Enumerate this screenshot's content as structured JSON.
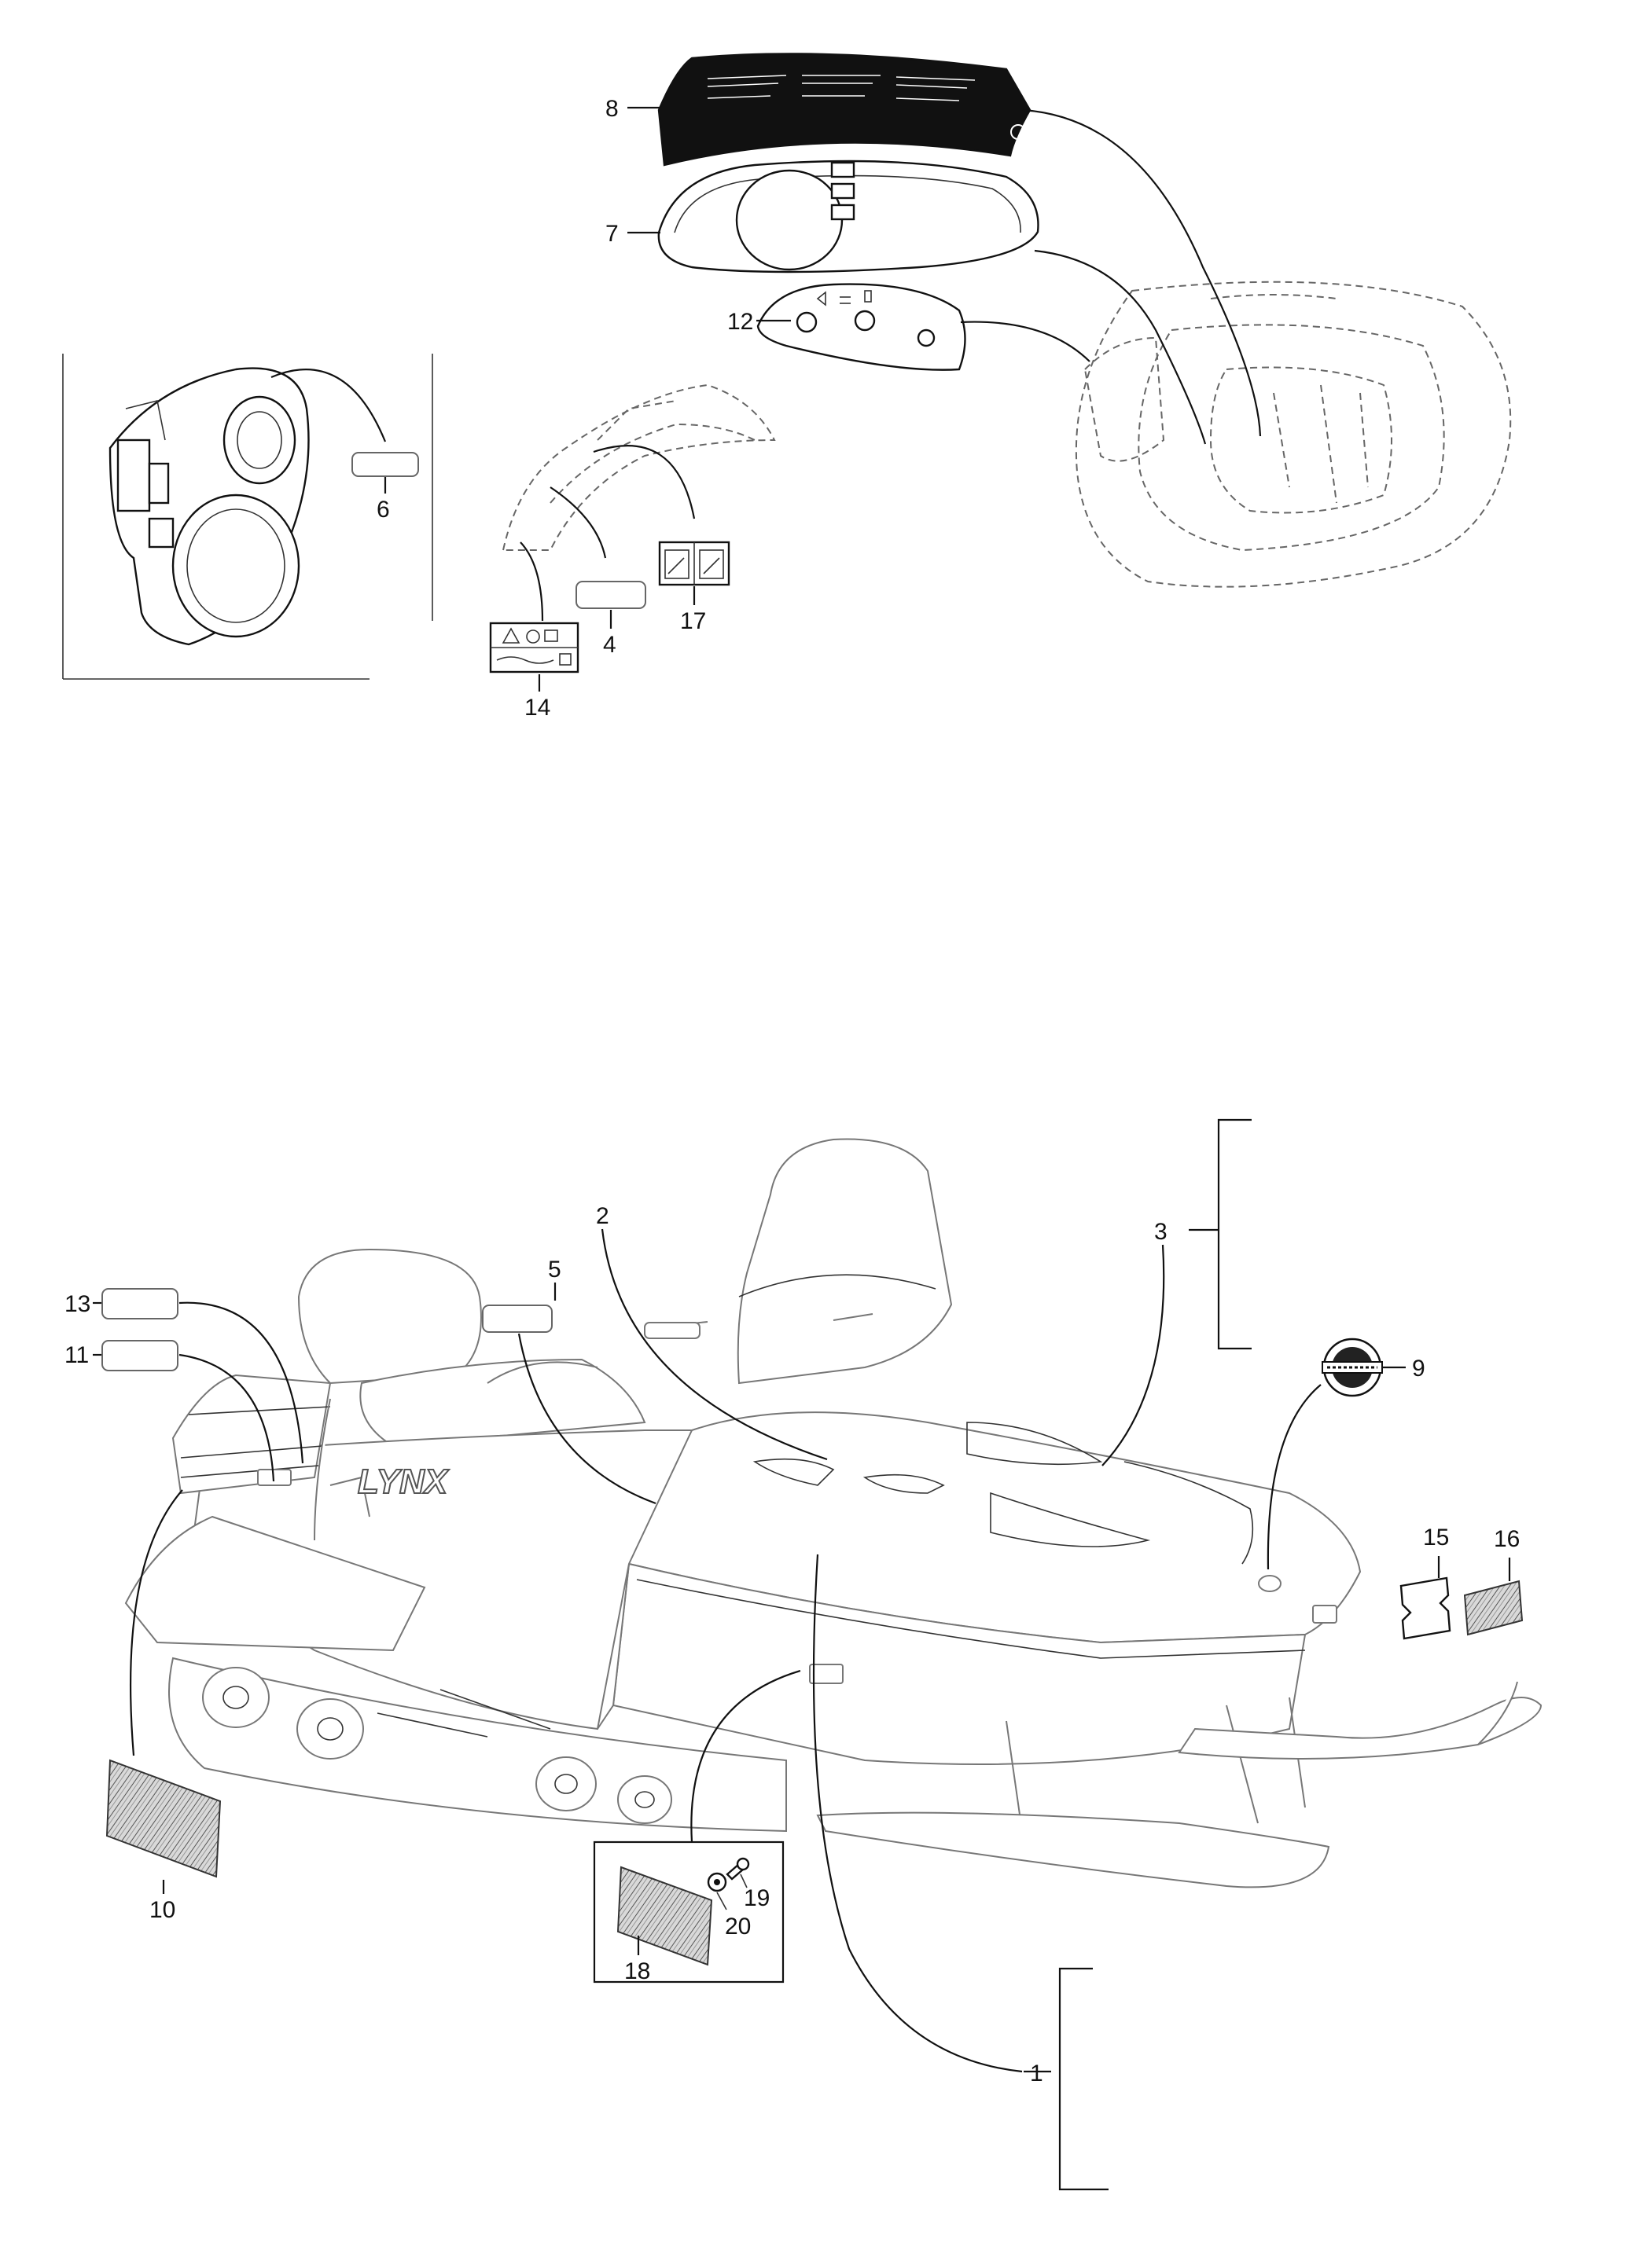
{
  "callouts": {
    "c1": "1",
    "c2": "2",
    "c3": "3",
    "c4": "4",
    "c5": "5",
    "c6": "6",
    "c7": "7",
    "c8": "8",
    "c9": "9",
    "c10": "10",
    "c11": "11",
    "c12": "12",
    "c13": "13",
    "c14": "14",
    "c15": "15",
    "c16": "16",
    "c17": "17",
    "c18": "18",
    "c19": "19",
    "c20": "20"
  },
  "logo_text": "LYNX",
  "colors": {
    "ink": "#111111",
    "ghost": "#777777",
    "panel": "#111111"
  }
}
